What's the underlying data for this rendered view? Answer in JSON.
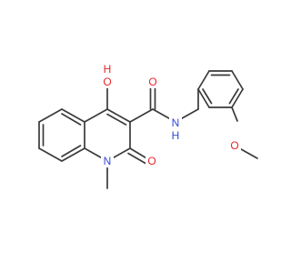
{
  "colors": {
    "bond": "#3a3a3a",
    "oxygen": "#e8262a",
    "nitrogen": "#3347d6",
    "carbon_label": "#3a3a3a",
    "background": "#ffffff"
  },
  "atom_labels": {
    "hydroxyl_O": "O",
    "hydroxyl_H": "H",
    "amide_O": "O",
    "amide_N": "N",
    "amide_H": "H",
    "ring_N": "N",
    "ring_carbonyl_O": "O",
    "methoxy_O": "O"
  }
}
